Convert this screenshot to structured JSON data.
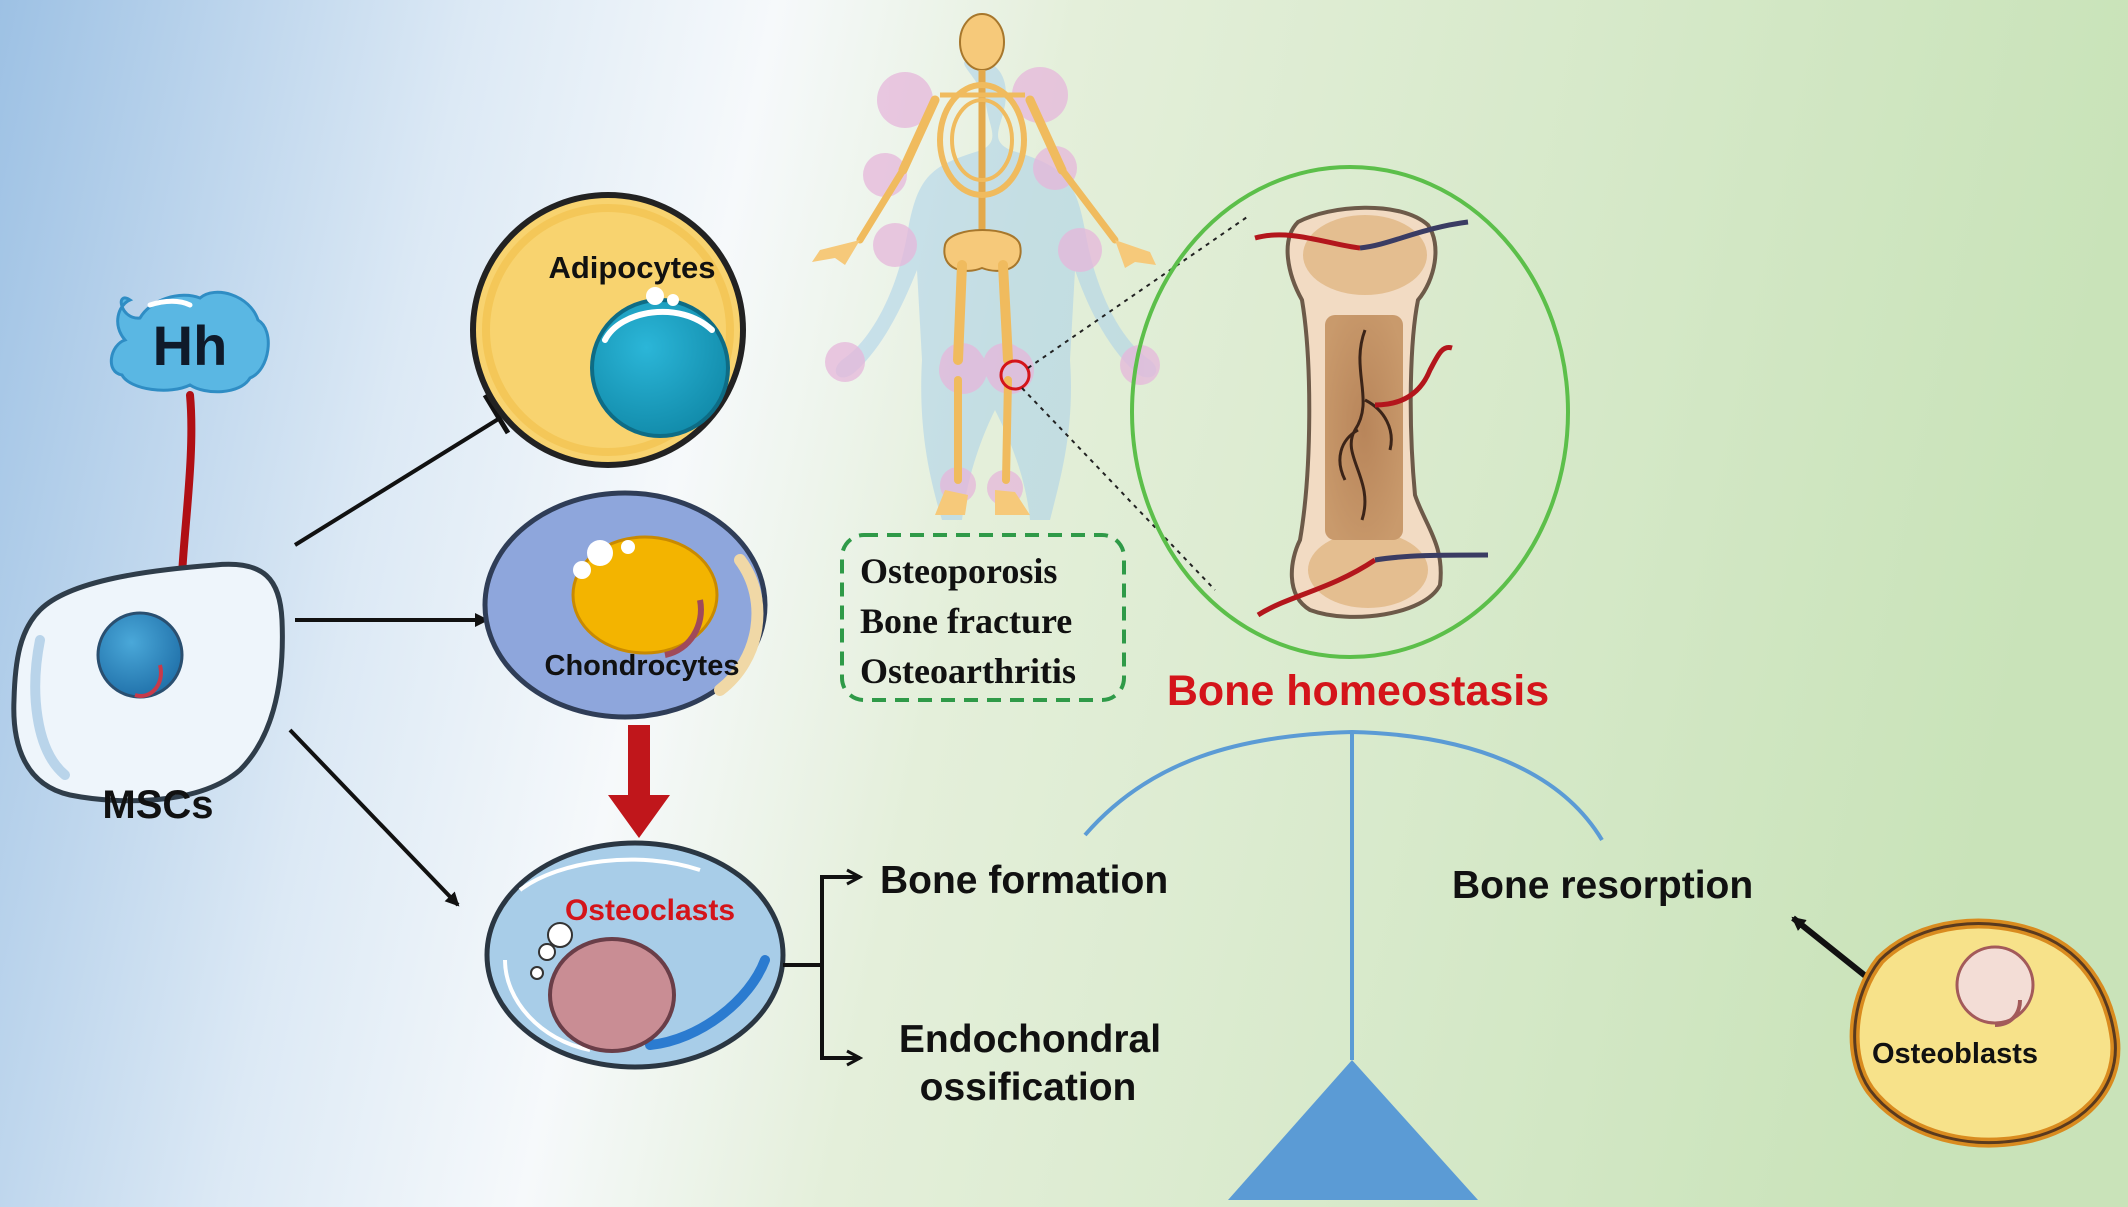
{
  "labels": {
    "hh": "Hh",
    "mscs": "MSCs",
    "adipocytes": "Adipocytes",
    "chondrocytes": "Chondrocytes",
    "osteoclasts": "Osteoclasts",
    "osteoblasts": "Osteoblasts",
    "bone_formation": "Bone formation",
    "endochondral_line1": "Endochondral",
    "endochondral_line2": "ossification",
    "bone_resorption": "Bone resorption",
    "bone_homeostasis": "Bone homeostasis"
  },
  "diseases": [
    "Osteoporosis",
    "Bone fracture",
    "Osteoarthritis"
  ],
  "colors": {
    "red_label": "#d4141a",
    "balance_blue": "#5b9bd5",
    "ring_green": "#5cbf4a",
    "dash_green": "#2f9a48"
  }
}
